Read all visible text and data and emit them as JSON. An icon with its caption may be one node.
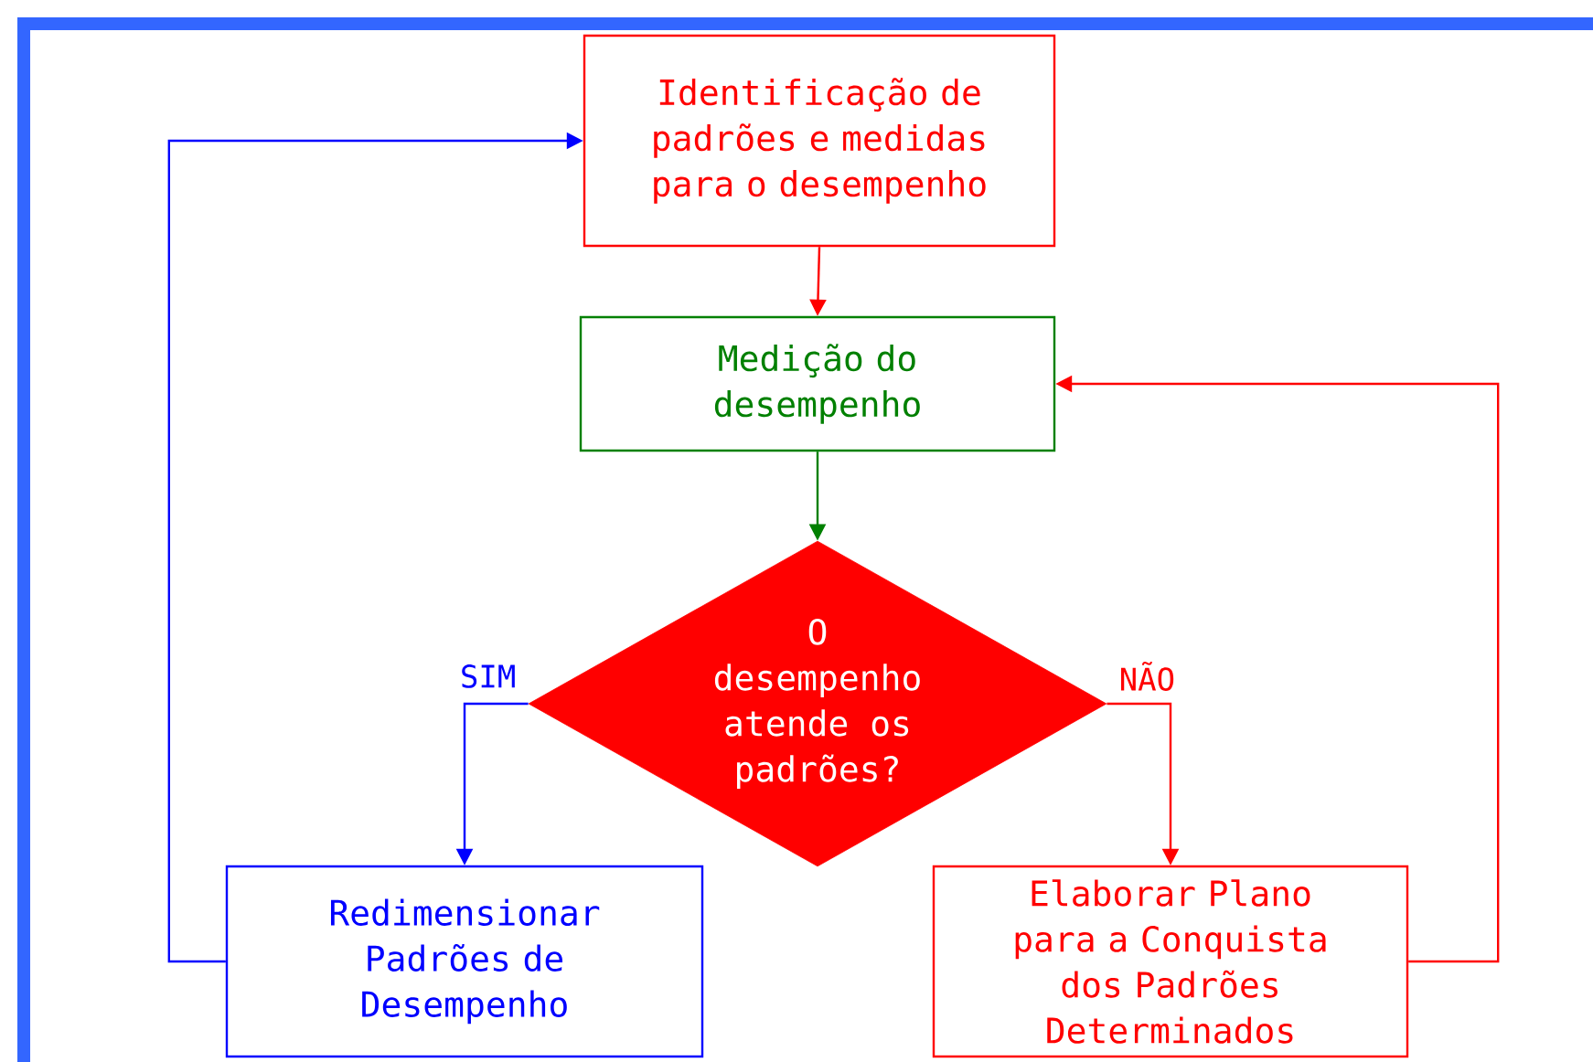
{
  "diagram": {
    "nodes": [
      {
        "text": [
          "Identificação de padrões e medidas para o desempenho"
        ]
      },
      {
        "text": [
          "Medição do desempenho"
        ]
      },
      {
        "text": [
          "O desempenho atende os padrões?"
        ]
      },
      {
        "text": [
          "Redimensionar Padrões de Desempenho"
        ]
      },
      {
        "text": [
          "Elaborar Plano para a Conquista dos Padrões Determinados"
        ]
      }
    ],
    "edges": [
      {
        "from": 0,
        "to": 1,
        "arrow": "to"
      },
      {
        "from": 1,
        "to": 2,
        "arrow": "to",
        "color": "#008000"
      },
      {
        "from": 2,
        "to": 3,
        "arrow": "to",
        "label": "SIM",
        "color": "#0000ff"
      },
      {
        "from": 2,
        "to": 4,
        "arrow": "to",
        "label": "NÃO"
      },
      {
        "from": 3,
        "to": 0,
        "arrow": "to",
        "color": "#0000ff"
      },
      {
        "from": 4,
        "to": 1,
        "arrow": "to"
      }
    ]
  }
}
